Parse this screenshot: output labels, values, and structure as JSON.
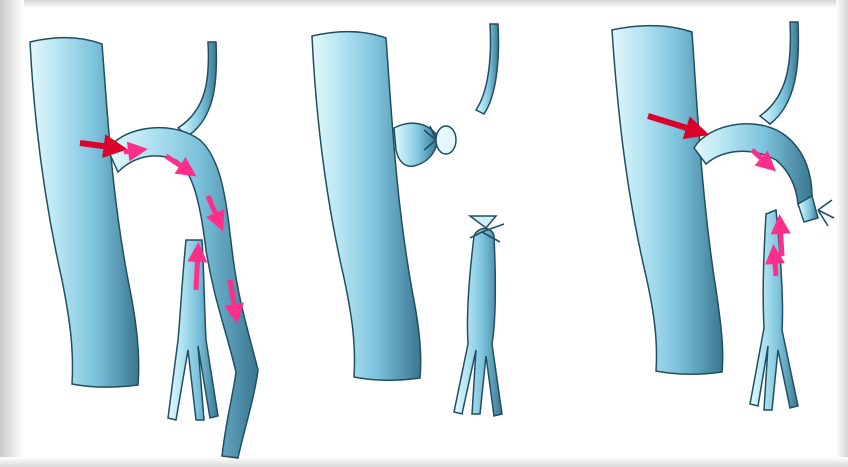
{
  "colors": {
    "vessel_light": "#d9f3fb",
    "vessel_mid": "#8fd0e6",
    "vessel_dark": "#3f7d96",
    "vessel_outline": "#1f4f63",
    "flow_arrow": "#ff2e8a",
    "flow_arrow_dark": "#d9002a",
    "background": "#ffffff"
  },
  "panels": [
    {
      "name": "panel-before-ligation",
      "has_ligature": false,
      "flow_arrows": 6
    },
    {
      "name": "panel-ligation",
      "has_ligature": true,
      "flow_arrows": 0
    },
    {
      "name": "panel-after-ligation",
      "has_ligature": true,
      "flow_arrows": 4
    }
  ]
}
